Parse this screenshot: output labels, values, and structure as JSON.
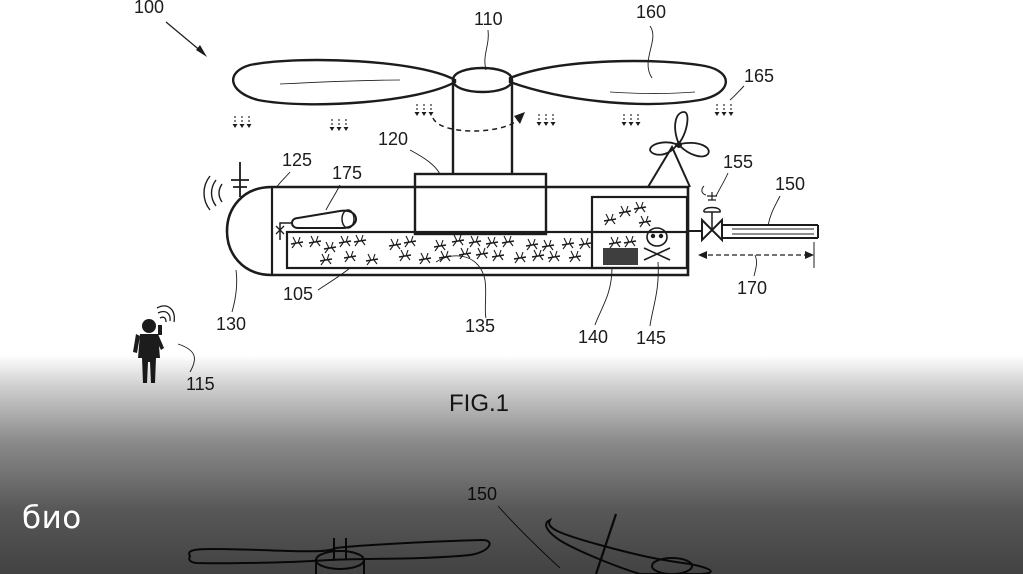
{
  "figure": {
    "caption": "FIG.1",
    "references": {
      "r100": "100",
      "r105": "105",
      "r110": "110",
      "r115": "115",
      "r120": "120",
      "r125": "125",
      "r130": "130",
      "r135": "135",
      "r140": "140",
      "r145": "145",
      "r150": "150",
      "r155": "155",
      "r160": "160",
      "r165": "165",
      "r170": "170",
      "r175": "175"
    }
  },
  "second_figure": {
    "reference": "150"
  },
  "overlay": {
    "caption": "био"
  },
  "colors": {
    "ink": "#1c1c1c",
    "paper": "#ffffff",
    "overlay_text": "#ffffff"
  }
}
